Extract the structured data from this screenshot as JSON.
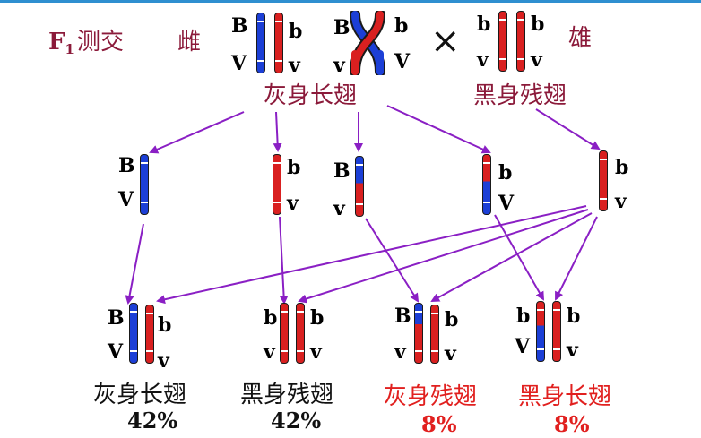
{
  "header": {
    "f1": "F",
    "f1_sub": "1",
    "testcross": "测交",
    "female": "雌",
    "male": "雄",
    "cross_symbol": "×"
  },
  "parents": {
    "female_phenotype": "灰身长翅",
    "male_phenotype": "黑身残翅"
  },
  "genes": {
    "B": "B",
    "b": "b",
    "V": "V",
    "v": "v"
  },
  "offspring": [
    {
      "phenotype": "灰身长翅",
      "percent": "42%",
      "color": "#111111"
    },
    {
      "phenotype": "黑身残翅",
      "percent": "42%",
      "color": "#111111"
    },
    {
      "phenotype": "灰身残翅",
      "percent": "8%",
      "color": "#e1201f"
    },
    {
      "phenotype": "黑身长翅",
      "percent": "8%",
      "color": "#e1201f"
    }
  ],
  "colors": {
    "title": "#8b1a3a",
    "arrow": "#8a1fc4",
    "recombinant": "#e1201f",
    "chromosome_dominant": "#1c3fd6",
    "chromosome_recessive": "#d92020"
  }
}
